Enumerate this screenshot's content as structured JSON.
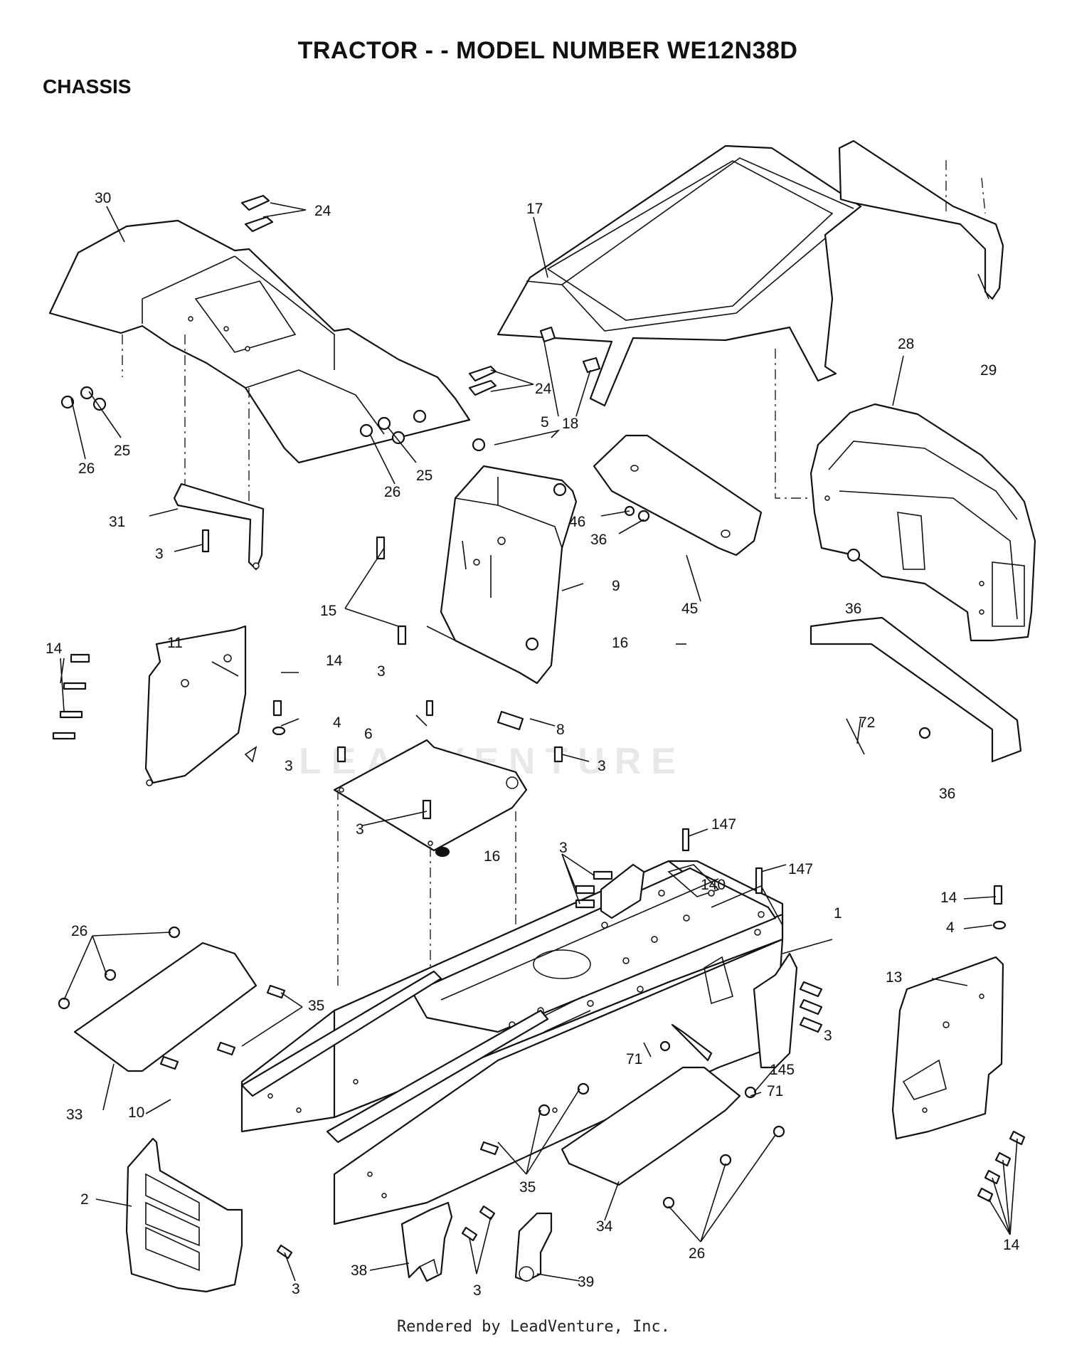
{
  "title": "TRACTOR - - MODEL NUMBER WE12N38D",
  "section": "CHASSIS",
  "watermark": "LEADVENTURE",
  "footer": "Rendered by LeadVenture, Inc.",
  "callouts": [
    "30",
    "24",
    "17",
    "29",
    "28",
    "24",
    "18",
    "25",
    "26",
    "25",
    "26",
    "5",
    "31",
    "3",
    "46",
    "36",
    "15",
    "9",
    "45",
    "36",
    "14",
    "11",
    "14",
    "4",
    "3",
    "16",
    "8",
    "6",
    "3",
    "3",
    "72",
    "36",
    "3",
    "16",
    "147",
    "147",
    "3",
    "140",
    "1",
    "14",
    "4",
    "26",
    "13",
    "35",
    "3",
    "71",
    "145",
    "71",
    "33",
    "10",
    "35",
    "2",
    "34",
    "26",
    "38",
    "3",
    "39",
    "3",
    "14"
  ],
  "icons": [
    "tractor-chassis-exploded-view"
  ]
}
